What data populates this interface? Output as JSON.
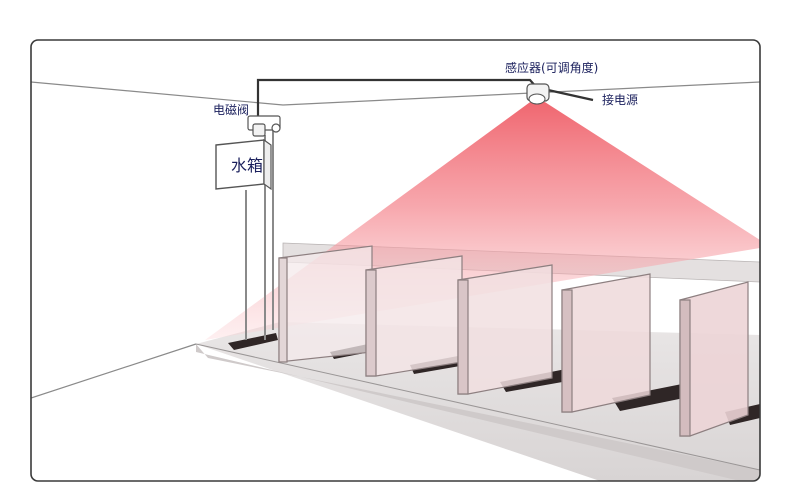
{
  "labels": {
    "sensor": "感应器(可调角度)",
    "power": "接电源",
    "valve": "电磁阀",
    "tank": "水箱"
  },
  "colors": {
    "frame": "#3a3a3a",
    "label_text": "#1a1f5c",
    "beam": "#f26d78",
    "floor_strip": "#2f2626",
    "partition": "#f4eaeb"
  },
  "icons": {
    "sensor": "motion-sensor-icon",
    "valve": "solenoid-valve-icon",
    "tank": "water-tank-icon"
  }
}
